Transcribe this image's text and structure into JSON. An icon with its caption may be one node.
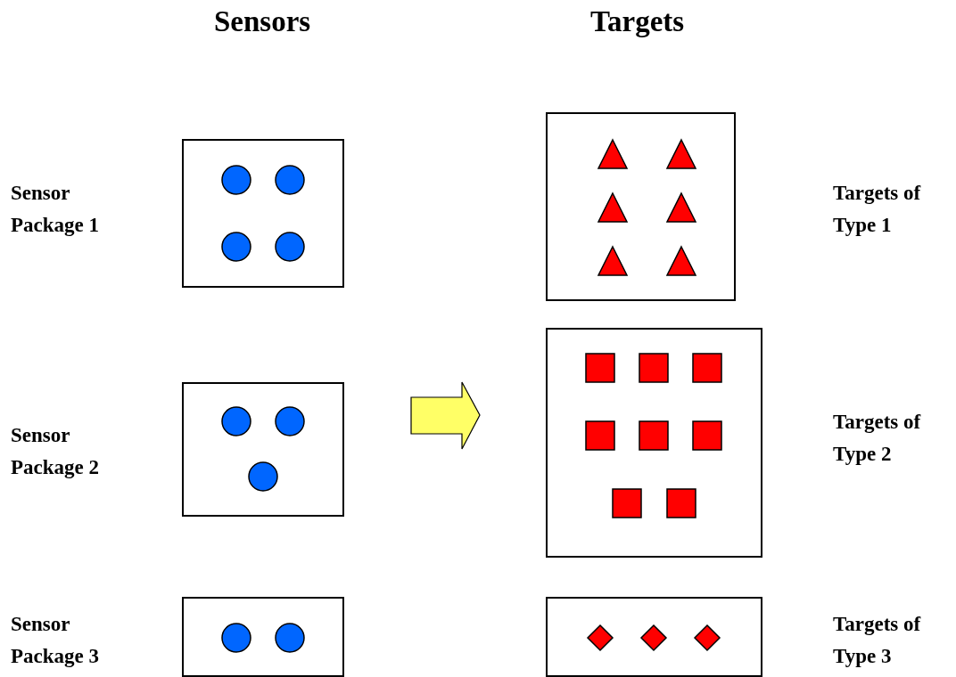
{
  "diagram": {
    "nodes": [
      {
        "text": [],
        "shape": "box"
      },
      {
        "text": [],
        "shape": "box"
      },
      {
        "text": [],
        "shape": "box"
      },
      {
        "text": [],
        "shape": "box"
      },
      {
        "text": [],
        "shape": "box"
      },
      {
        "text": [],
        "shape": "box"
      }
    ],
    "edges": [],
    "labels": [
      "Sensors",
      "Targets",
      "Sensor Package 1",
      "Targets of Type 1",
      "Sensor Package 2",
      "Targets of Type 2",
      "Sensor Package 3",
      "Targets of Type 3"
    ]
  }
}
